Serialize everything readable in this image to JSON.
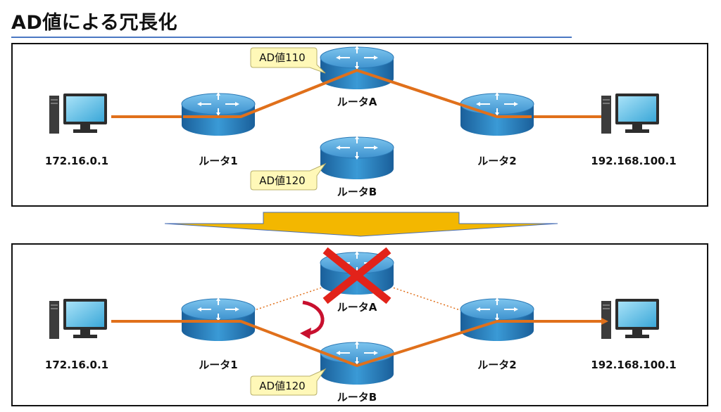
{
  "title": "AD値による冗長化",
  "colors": {
    "path": "#e0701b",
    "router": "#2a7fbf",
    "callout_fill": "#fff8b8",
    "callout_stroke": "#b8b06a",
    "arrow": "#f3b700",
    "cross": "#e2231a"
  },
  "top": {
    "pc_left_ip": "172.16.0.1",
    "pc_right_ip": "192.168.100.1",
    "router1": "ルータ1",
    "router2": "ルータ2",
    "routerA": "ルータA",
    "routerB": "ルータB",
    "callout_a": "AD値110",
    "callout_b": "AD値120"
  },
  "bottom": {
    "pc_left_ip": "172.16.0.1",
    "pc_right_ip": "192.168.100.1",
    "router1": "ルータ1",
    "router2": "ルータ2",
    "routerA": "ルータA",
    "routerB": "ルータB",
    "callout_b": "AD値120"
  }
}
